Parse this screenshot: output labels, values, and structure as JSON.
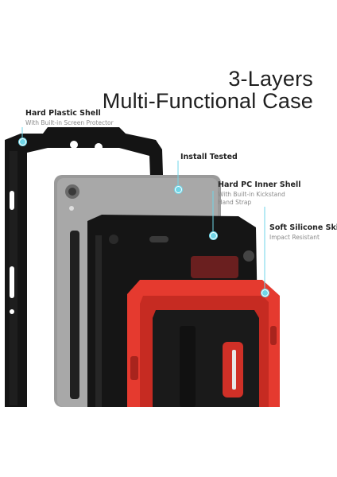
{
  "headline": {
    "line1": "3-Layers",
    "line2": "Multi-Functional Case"
  },
  "callouts": [
    {
      "title": "Hard Plastic Shell",
      "sub": "With Built-in Screen Protector"
    },
    {
      "title": "Install Tested",
      "sub": ""
    },
    {
      "title": "Hard PC Inner Shell",
      "sub1": "With Built-in Kickstand",
      "sub2": "Hand Strap"
    },
    {
      "title": "Soft Silicone Skin",
      "sub": "Impact Resistant"
    }
  ],
  "colors": {
    "accent_dot": "#6fd6e8",
    "shell_black": "#141414",
    "tablet_gray": "#9a9a9a",
    "skin_red": "#e53a2f"
  }
}
